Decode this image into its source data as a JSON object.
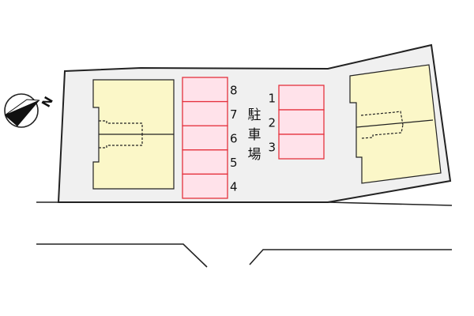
{
  "compass": {
    "north_label": "N",
    "icon": "north-arrow-icon"
  },
  "parking_label": [
    "駐",
    "車",
    "場"
  ],
  "stalls_left": [
    "8",
    "7",
    "6",
    "5",
    "4"
  ],
  "stalls_right": [
    "1",
    "2",
    "3"
  ],
  "colors": {
    "lot": "#f0f0f0",
    "building": "#fbf7c8",
    "stall_fill": "#ffe2ea",
    "stall_stroke": "#e5333f",
    "outline": "#222222"
  }
}
